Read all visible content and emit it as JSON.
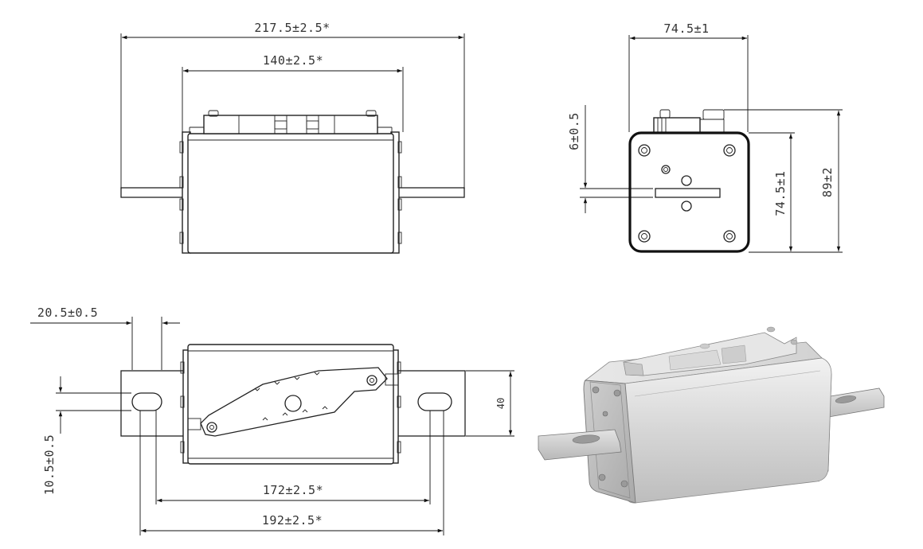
{
  "dimensions": {
    "top_overall_length": "217.5±2.5*",
    "top_body_length": "140±2.5*",
    "side_width": "74.5±1",
    "side_blade_thickness": "6±0.5",
    "side_body_height": "74.5±1",
    "side_overall_height": "89±2",
    "bottom_tab_offset": "20.5±0.5",
    "bottom_slot_width": "10.5±0.5",
    "bottom_tab_width": "40",
    "bottom_inner_pitch": "172±2.5*",
    "bottom_outer_pitch": "192±2.5*"
  }
}
